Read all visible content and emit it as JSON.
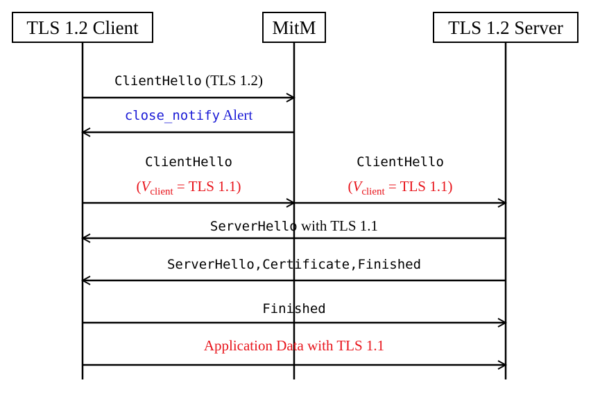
{
  "participants": {
    "client": "TLS 1.2 Client",
    "mitm": "MitM",
    "server": "TLS 1.2 Server"
  },
  "messages": {
    "m1": {
      "code": "ClientHello",
      "text": " (TLS 1.2)"
    },
    "m2": {
      "code": "close_notify",
      "text": " Alert"
    },
    "m3": {
      "code": "ClientHello",
      "version_open": "(",
      "version_var": "V",
      "version_sub": "client",
      "version_close": " = TLS 1.1)"
    },
    "m4": {
      "code": "ClientHello",
      "version_open": "(",
      "version_var": "V",
      "version_sub": "client",
      "version_close": " = TLS 1.1)"
    },
    "m5": {
      "code": "ServerHello",
      "text": " with TLS 1.1"
    },
    "m6": {
      "code": "ServerHello,Certificate,Finished"
    },
    "m7": {
      "code": "Finished"
    },
    "m8": {
      "text": "Application Data with TLS 1.1"
    }
  },
  "colors": {
    "alert": "#1a1ad6",
    "downgrade": "#e8141b",
    "default": "#000000"
  }
}
